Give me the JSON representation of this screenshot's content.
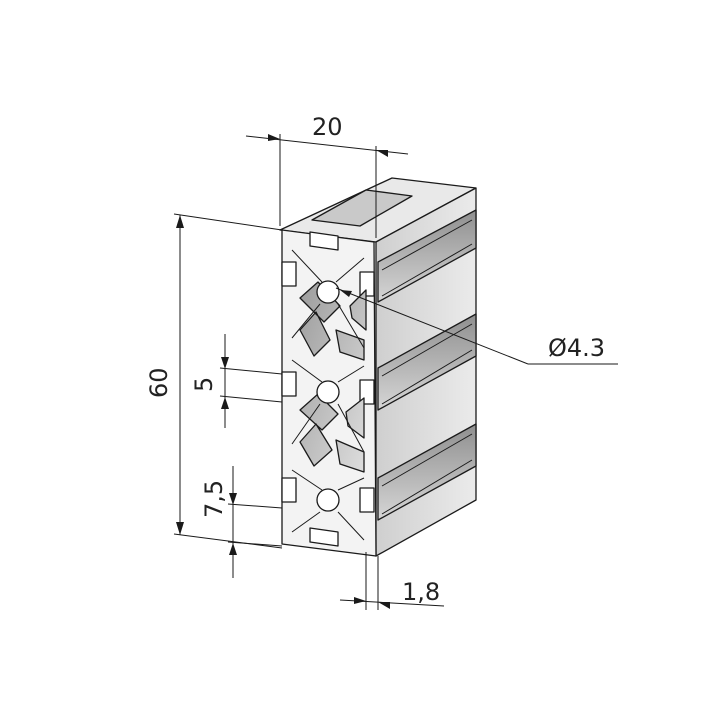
{
  "dimensions": {
    "width": "20",
    "height": "60",
    "slot": "5",
    "offset": "7,5",
    "wall": "1,8",
    "bore": "Ø4.3"
  },
  "colors": {
    "face_fill": "#f4f4f4",
    "side_fill": "#d9d9d9",
    "slot_fill": "#c2c2c2",
    "shadow_fill": "#9a9a9a",
    "line": "#1a1a1a"
  }
}
